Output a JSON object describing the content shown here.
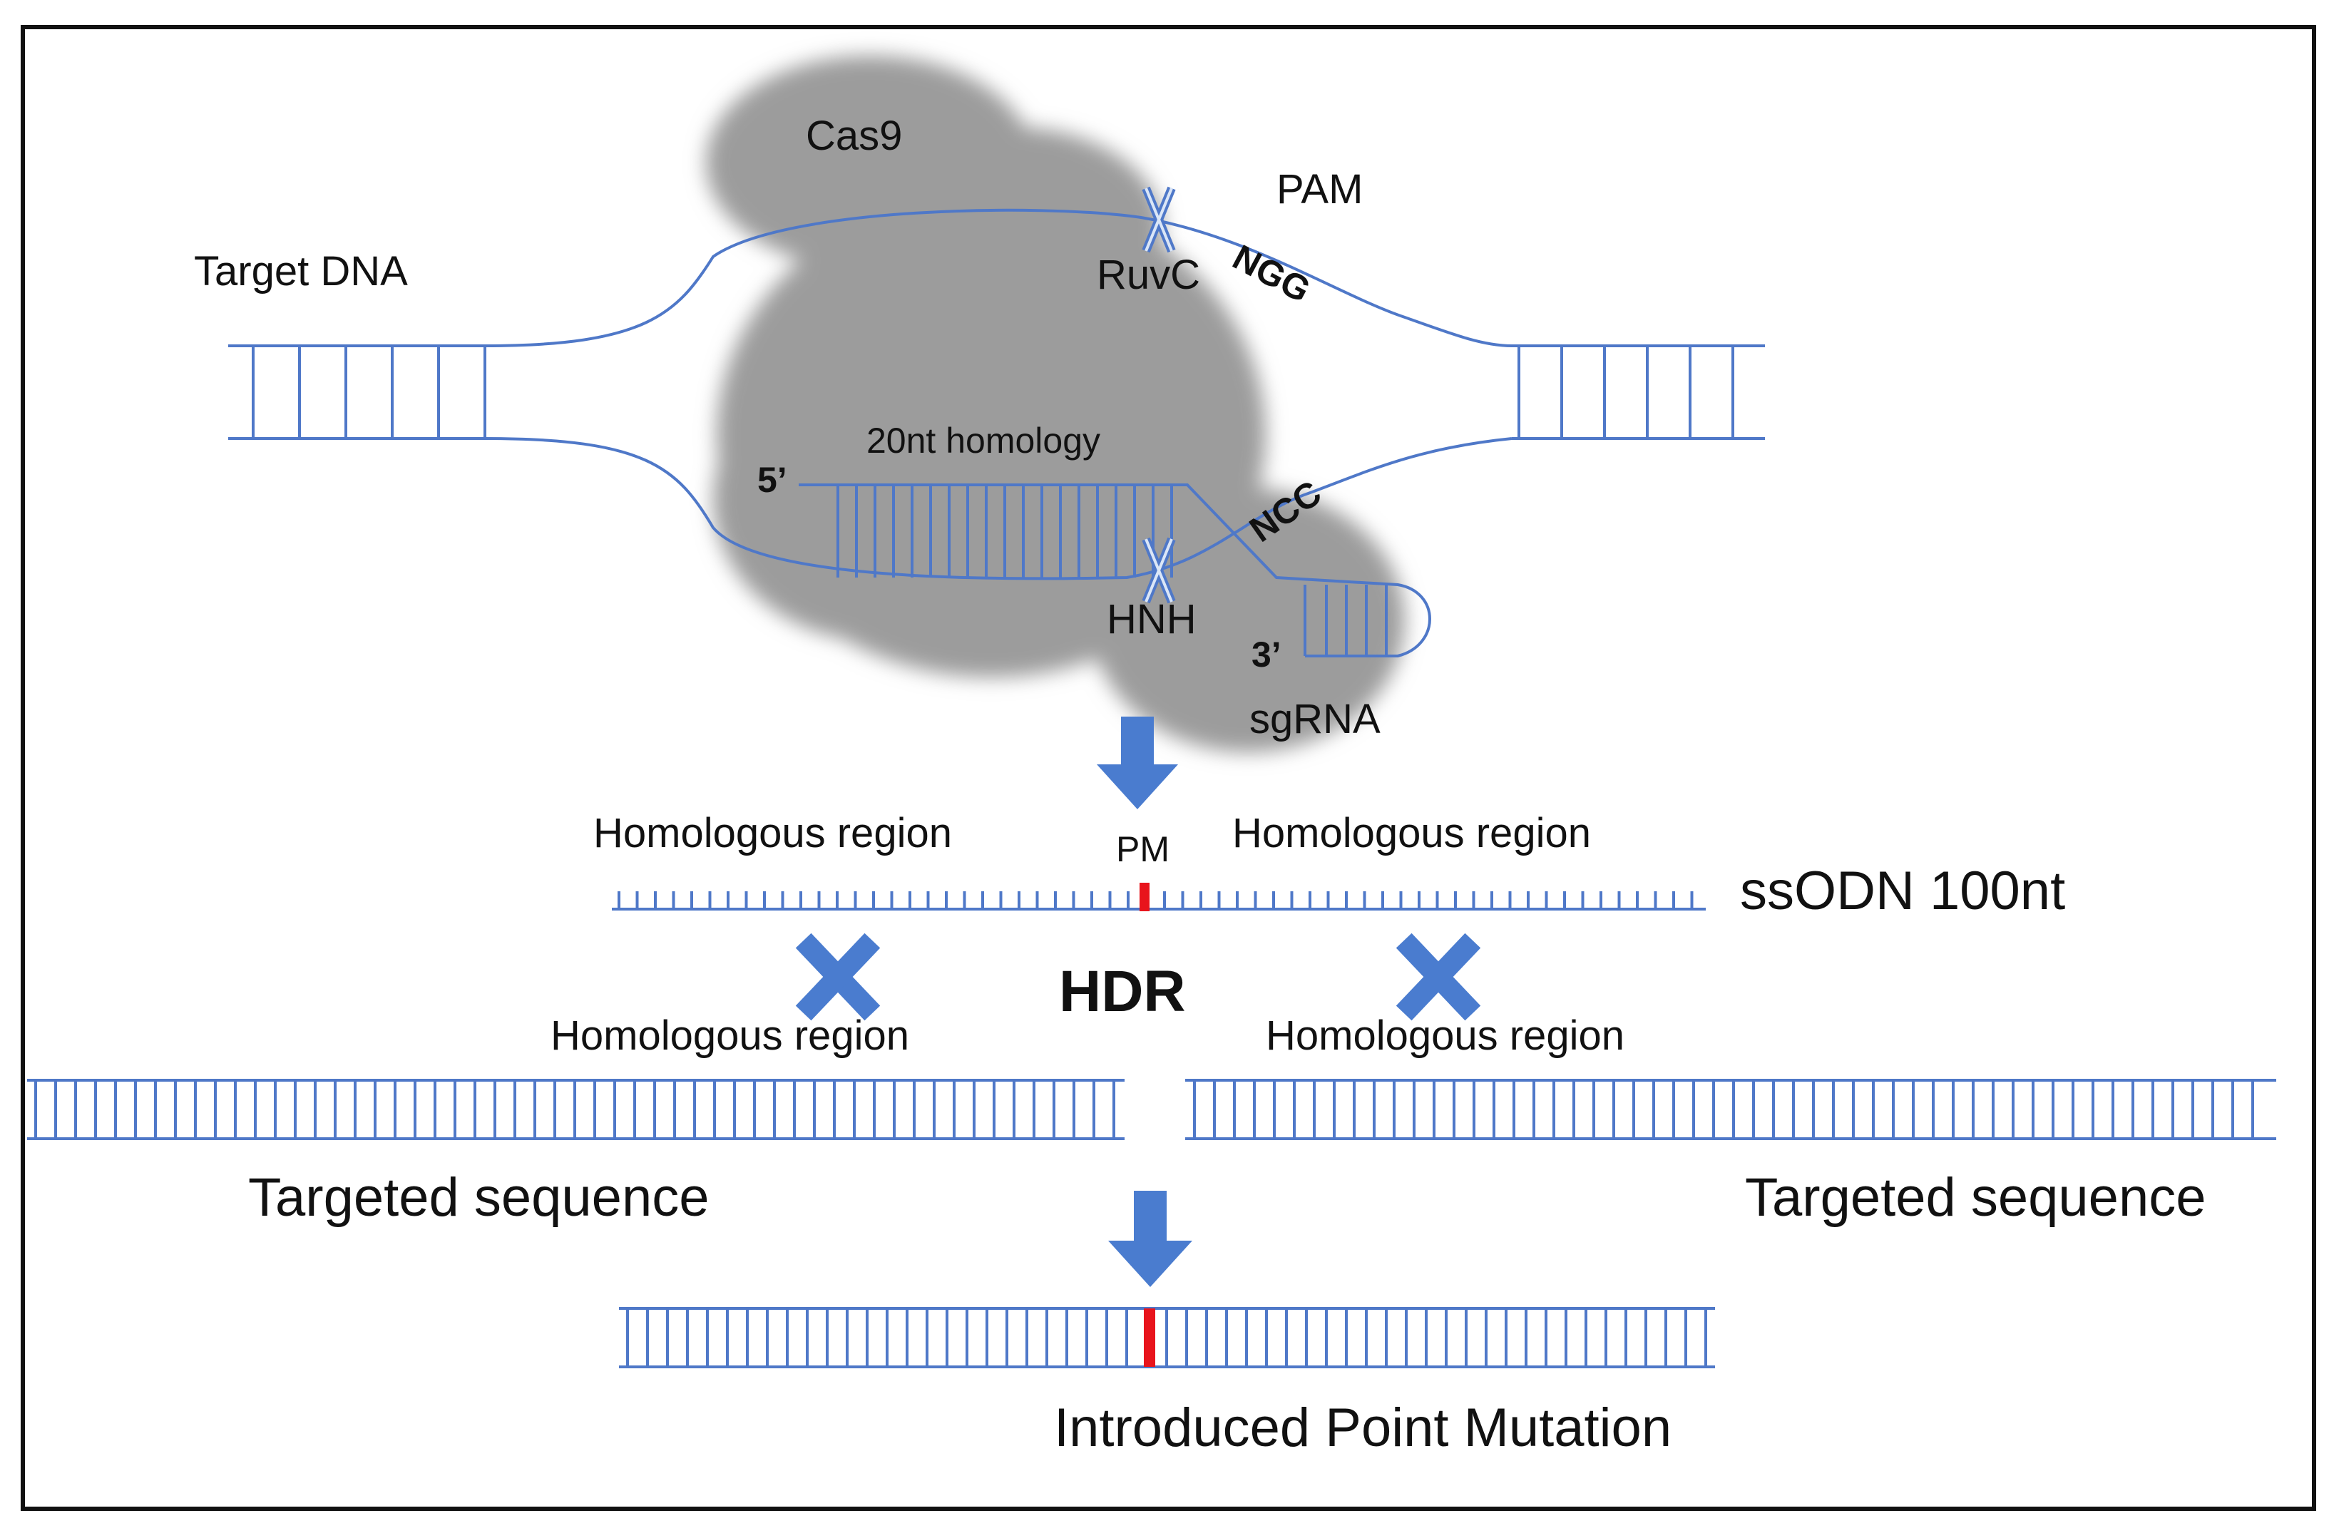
{
  "labels": {
    "cas9": "Cas9",
    "pam": "PAM",
    "target_dna": "Target DNA",
    "ruvc": "RuvC",
    "hnh": "HNH",
    "ngg": "NGG",
    "ncc": "NCC",
    "homology_20nt": "20nt homology",
    "five_prime": "5’",
    "three_prime": "3’",
    "sgrna": "sgRNA",
    "pm": "PM",
    "homologous_region": "Homologous region",
    "ssodn": "ssODN 100nt",
    "hdr": "HDR",
    "targeted_sequence": "Targeted sequence",
    "introduced_point_mutation": "Introduced Point Mutation"
  },
  "colors": {
    "dna_strand": "#4f78c8",
    "protein_blob": "#9c9c9c",
    "arrow": "#4a7ccf",
    "mutation": "#e8141c",
    "frame": "#111111"
  },
  "icons": {
    "cleavage_site": "x-cleavage-icon",
    "crossover": "x-crossover-icon",
    "process_arrow": "arrow-down-icon"
  }
}
